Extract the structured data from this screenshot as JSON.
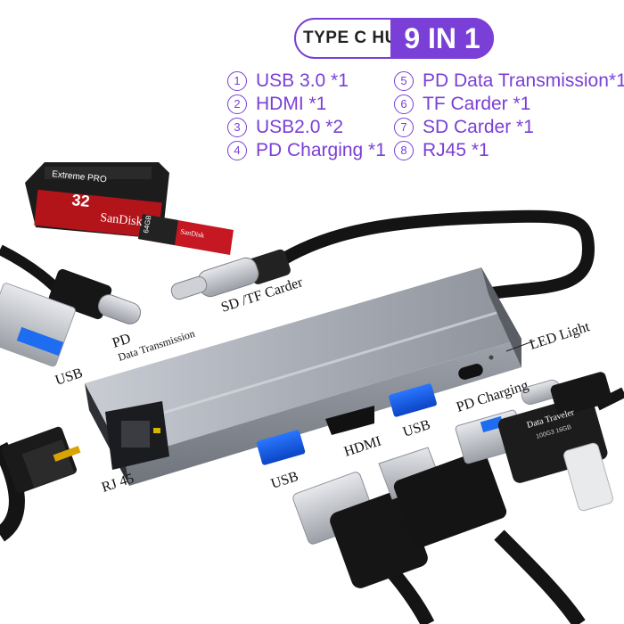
{
  "badge": {
    "left": "TYPE C HUB",
    "right": "9 IN 1"
  },
  "features_left": [
    {
      "num": "1",
      "text": "USB 3.0 *1"
    },
    {
      "num": "2",
      "text": "HDMI *1"
    },
    {
      "num": "3",
      "text": "USB2.0 *2"
    },
    {
      "num": "4",
      "text": "PD Charging *1"
    }
  ],
  "features_right": [
    {
      "num": "5",
      "text": "PD Data Transmission*1"
    },
    {
      "num": "6",
      "text": "TF Carder *1"
    },
    {
      "num": "7",
      "text": "SD Carder *1"
    },
    {
      "num": "8",
      "text": "RJ45 *1"
    }
  ],
  "labels": {
    "sd_tf": "SD /TF Carder",
    "pd": "PD",
    "pd_data": "Data Transmission",
    "usb_left": "USB",
    "led": "LED Light",
    "pd_charging": "PD Charging",
    "usb_top": "USB",
    "hdmi": "HDMI",
    "usb_bottom": "USB",
    "rj45": "RJ 45"
  },
  "products": {
    "sd_card": {
      "line1": "Extreme PRO",
      "capacity": "32",
      "brand": "SanDisk"
    },
    "tf_card": {
      "capacity": "64GB",
      "brand": "SanDisk"
    },
    "flash_drive": {
      "name": "Data Traveler",
      "spec": "100G3 16GB"
    }
  }
}
